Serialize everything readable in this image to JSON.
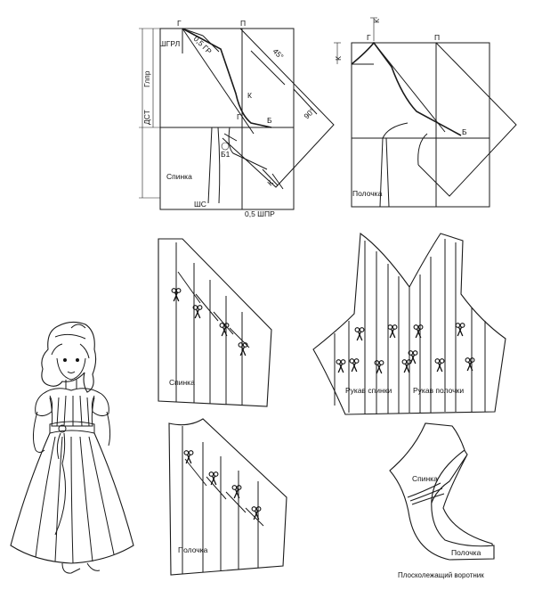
{
  "figure": {
    "top_left": {
      "point_g": "Г",
      "point_p": "П",
      "sgrl": "ШГРЛ",
      "gr_label": "0,5 ГР",
      "angle_45": "45°",
      "point_k": "К",
      "point_g2": "Г",
      "point_b": "Б",
      "point_b1": "Б1",
      "val_90": "90°",
      "point_k2": "К",
      "gl_pr": "Глпр",
      "dst": "ДСТ",
      "spinka": "Спинка",
      "shs": "ШС",
      "half_shpr": "0,5 ШПР"
    },
    "top_right": {
      "point_k_top": "К",
      "point_g": "Г",
      "point_p": "П",
      "point_k_side": "К",
      "point_b": "Б",
      "polochka": "Полочка"
    },
    "middle": {
      "spinka": "Спинка",
      "sleeve_back": "Рукав спинки",
      "sleeve_front": "Рукав полочки"
    },
    "bottom": {
      "polochka": "Полочка",
      "collar_spinka": "Спинка",
      "collar_polochka": "Полочка",
      "collar_caption": "Плосколежащий воротник"
    },
    "icons": [
      "scissors-icon"
    ]
  }
}
